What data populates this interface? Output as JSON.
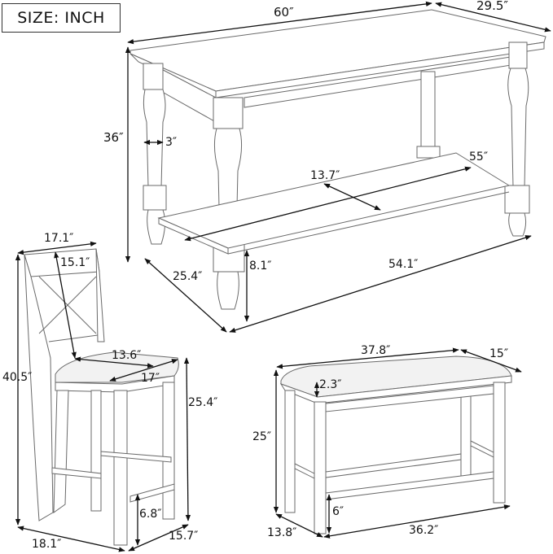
{
  "badge": {
    "text": "SIZE: INCH"
  },
  "table": {
    "length": "60″",
    "width": "29.5″",
    "height": "36″",
    "leg_width": "3″",
    "shelf_length": "55″",
    "shelf_depth": "13.7″",
    "base_depth": "25.4″",
    "base_length": "54.1″",
    "shelf_height": "8.1″"
  },
  "chair": {
    "top_width": "17.1″",
    "back_height": "15.1″",
    "total_height": "40.5″",
    "seat_depth": "13.6″",
    "seat_width": "17″",
    "seat_height": "25.4″",
    "footrest_height": "6.8″",
    "base_width": "18.1″",
    "base_depth": "15.7″"
  },
  "bench": {
    "top_length": "37.8″",
    "top_depth": "15″",
    "cushion_thickness": "2.3″",
    "height": "25″",
    "footrest_height": "6″",
    "base_depth": "13.8″",
    "base_length": "36.2″"
  },
  "colors": {
    "line": "#6a6a6a",
    "dimension": "#111111",
    "cushion": "#f2f2f2"
  }
}
